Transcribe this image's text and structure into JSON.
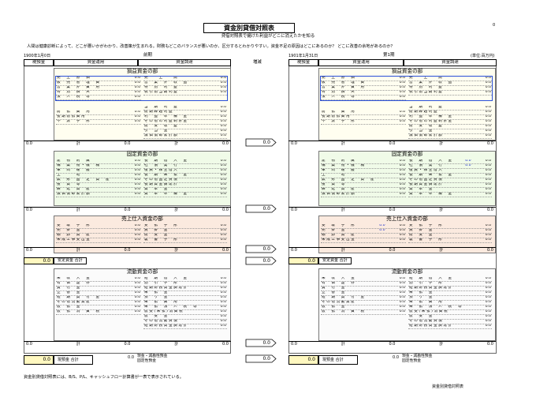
{
  "page_number": "0",
  "title": "資金別貸借対照表",
  "subtitle": "貸借対照表で儲けた利益がどこに消えたかを知る",
  "intro": "人間は健康診断によって、どこが悪いかがわかり、改善策が生まれる。財務もどこのバランスが悪いのか、区分するとわかりやすい。資金不足の原因はどこにあるのか？ どこに改善の余地があるのか？",
  "left_date": "1900年1月0日",
  "left_period": "前期",
  "right_date": "1901年1月31日",
  "right_period": "第1期",
  "unit": "(単位:百万円)",
  "headers": {
    "cash": "現預金",
    "use": "資金運用",
    "source": "資金調達",
    "change": "増減"
  },
  "sections": {
    "profit": "損益資金の部",
    "fixed": "固定資金の部",
    "sales": "売上仕入資金の部",
    "current": "流動資金の部"
  },
  "profit_use_top": [
    "売　上　原　価",
    "販　売　管　理　費",
    "営　業　外　費　用",
    "特　別　損　失",
    "法　人　税　等"
  ],
  "profit_src_top": [
    "売　　上　　高",
    "営　業　外　収　益",
    "特　別　利　益",
    "税引前当期利益"
  ],
  "profit_use_mid": [
    "前　払　費　用",
    "長期前払費用",
    "不　渡　手　形"
  ],
  "profit_src_mid": [
    "当　期　利　益",
    "前期繰越利益",
    "利　益　準　備　金",
    "その他の利益剰余金",
    "前　受　収　益",
    "引　当　金",
    "減価償却累計額"
  ],
  "fixed_use": [
    "建　物　附　属",
    "構　築　物・機　械",
    "車　両　運　搬",
    "土　　　地",
    "無　形　固　定　資　産",
    "投　資　等",
    "繰　延　資　産",
    "減価償却累計額"
  ],
  "fixed_src": [
    "長　期　借　入　金",
    "社　債　発　行",
    "役員・株主借入",
    "長　期　未　払　金",
    "その他固定負債",
    "長期資金調達計",
    "資　本　金",
    "資　本　準　備　金"
  ],
  "sales_use": [
    "受　取　手　形",
    "売　掛　金",
    "棚　卸　資　産",
    "未成工事支出金"
  ],
  "sales_src": [
    "支　払　手　形",
    "買　掛　金",
    "前　受　金",
    "裏　書　手　形"
  ],
  "current_use": [
    "未　収　入　金",
    "有　価　証　券",
    "貸　付　金",
    "立　替　金",
    "短　期　貸　付　金",
    "その他流動資産",
    "仮　払　金",
    "仮　払　消　費　税"
  ],
  "current_src": [
    "短　期　借　入　金",
    "割　引　手　形",
    "短期財務資金調達計",
    "未　払　金",
    "預　り　金",
    "未　払　費　用",
    "未　払　法　人　税　等",
    "仮受(未払)消費税",
    "仮　受　金",
    "その他流動負債",
    "短期財務資金調達計"
  ],
  "zero": "0.0",
  "zero_blue": "0.0",
  "total_label": "計",
  "stable_total": "安定資金 合計",
  "cash_total": "現預金 合計",
  "cash_note_1": "現金・減勘性預金",
  "cash_note_2": "固定性預金",
  "footer": "資金別貸借対照表には、B/S、P/L、キャッシュフロー計算書が一表で表示されている。",
  "footer_right": "資金別貸借対照表"
}
